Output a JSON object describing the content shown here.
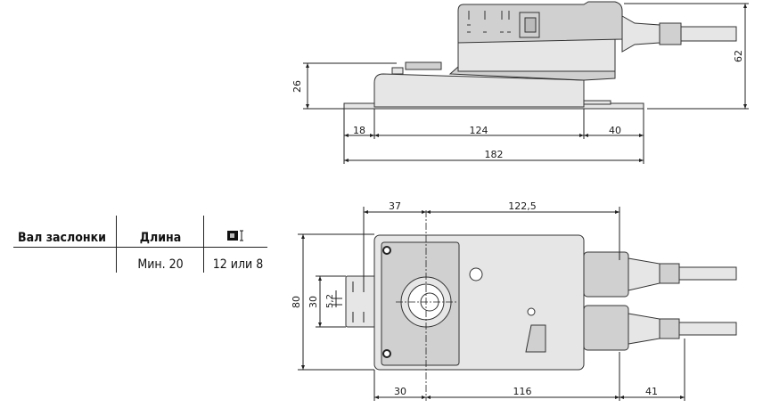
{
  "side_view": {
    "dims": {
      "left_overhang": "18",
      "body_length": "124",
      "right_overhang": "40",
      "total_length": "182",
      "base_height": "26",
      "total_height": "62"
    }
  },
  "top_view": {
    "dims": {
      "shaft_offset": "37",
      "right_length": "122,5",
      "width": "80",
      "clamp_width": "30",
      "shaft_gap": "5,2",
      "left_section": "30",
      "body_section": "116",
      "connector_section": "41"
    }
  },
  "table": {
    "headers": {
      "shaft": "Вал заслонки",
      "length": "Длина",
      "icon": "shaft-length-icon"
    },
    "rows": [
      {
        "shaft": "",
        "length": "Мин. 20",
        "icon_value": "12 или 8"
      }
    ]
  }
}
